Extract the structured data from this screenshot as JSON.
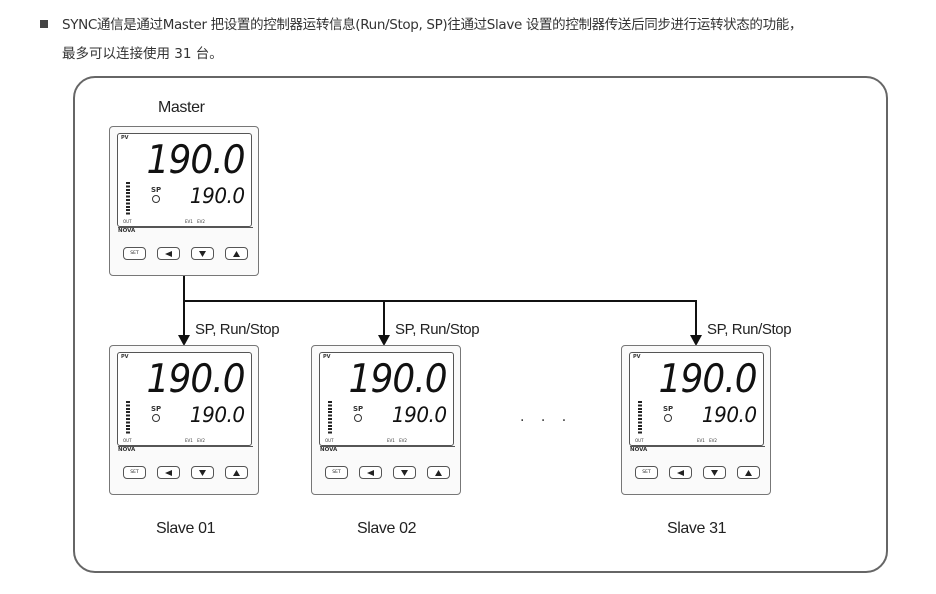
{
  "intro": {
    "line1": "SYNC通信是通过Master 把设置的控制器运转信息(Run/Stop, SP)往通过Slave 设置的控制器传送后同步进行运转状态的功能，",
    "line2": "最多可以连接使用 31 台。"
  },
  "diagram": {
    "master_label": "Master",
    "signal_label": "SP, Run/Stop",
    "ellipsis": "· · ·",
    "slaves": [
      {
        "label": "Slave 01"
      },
      {
        "label": "Slave 02"
      },
      {
        "label": "Slave 31"
      }
    ]
  },
  "device": {
    "pv_tag": "PV",
    "pv_value": "190.0",
    "sp_tag": "SP",
    "sv_value": "190.0",
    "out_tag": "OUT",
    "ev_tags": "EV1 EV2",
    "brand": "NOVA",
    "set_label": "SET"
  }
}
